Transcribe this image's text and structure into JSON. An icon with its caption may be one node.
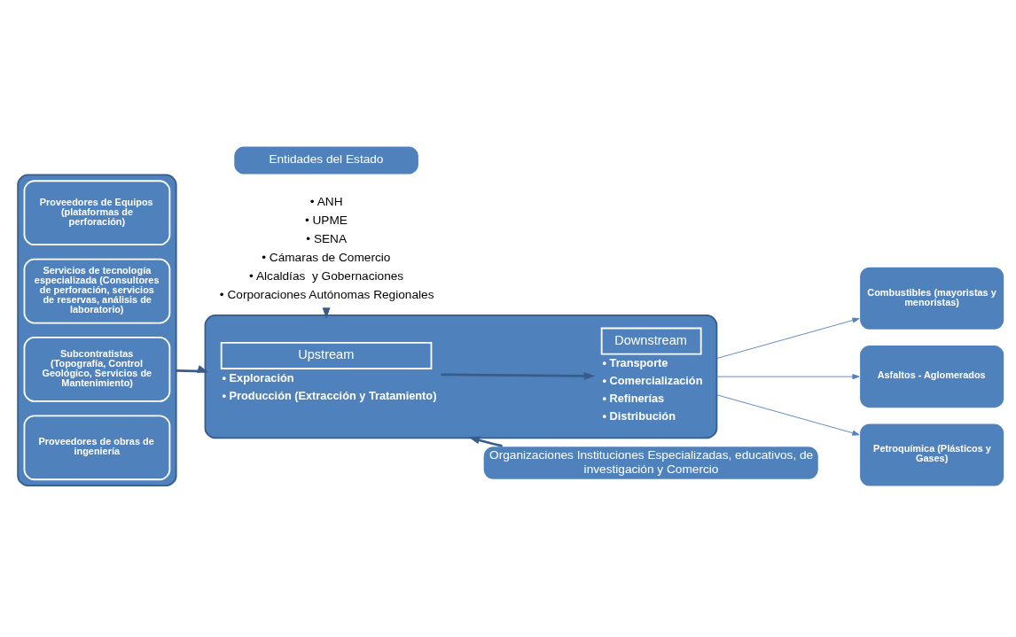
{
  "diagram": {
    "nodes": [
      {
        "text": [
          "Entidades del Estado"
        ]
      },
      {
        "text": [
          "• ANH",
          "• UPME",
          "• SENA",
          "• Cámaras de Comercio",
          "• Alcaldías  y Gobernaciones",
          "• Corporaciones Autónomas Regionales"
        ]
      },
      {
        "text": [],
        "shape": "box"
      },
      {
        "text": [
          "Proveedores de Equipos (plataformas de perforación)"
        ],
        "in": 2
      },
      {
        "text": [
          "Servicios de tecnología especializada (Consultores de perforación, servicios de reservas, análisis de laboratorio)"
        ],
        "in": 2
      },
      {
        "text": [
          "Subcontratistas (Topografía, Control Geológico, Servicios de Mantenimiento)"
        ],
        "in": 2
      },
      {
        "text": [
          "Proveedores de obras de ingeniería"
        ],
        "in": 2
      },
      {
        "text": [],
        "shape": "box"
      },
      {
        "text": [
          "Upstream"
        ],
        "in": 7,
        "beside": [
          "• Exploración",
          "• Producción (Extracción y Tratamiento)"
        ]
      },
      {
        "text": [
          "Downstream"
        ],
        "in": 7,
        "beside": [
          "• Transporte",
          "• Comercialización",
          "• Refinerías",
          "• Distribución"
        ]
      },
      {
        "text": [
          "Organizaciones Instituciones Especializadas, educativos, de investigación y Comercio"
        ]
      },
      {
        "text": [
          "Combustibles (mayoristas y menoristas)"
        ]
      },
      {
        "text": [
          "Asfaltos - Aglomerados"
        ]
      },
      {
        "text": [
          "Petroquímica (Plásticos y Gases)"
        ]
      }
    ],
    "edges": [
      {
        "from": 1,
        "to": 7,
        "arrow": "to"
      },
      {
        "from": 2,
        "to": 7,
        "arrow": "to"
      },
      {
        "from": 10,
        "to": 7,
        "arrow": "to"
      },
      {
        "from": 8,
        "to": 9,
        "arrow": "to"
      },
      {
        "from": 7,
        "to": 11,
        "arrow": "to",
        "color": "#4f81bd"
      },
      {
        "from": 7,
        "to": 12,
        "arrow": "to",
        "color": "#4f81bd"
      },
      {
        "from": 7,
        "to": 13,
        "arrow": "to",
        "color": "#4f81bd"
      }
    ]
  }
}
